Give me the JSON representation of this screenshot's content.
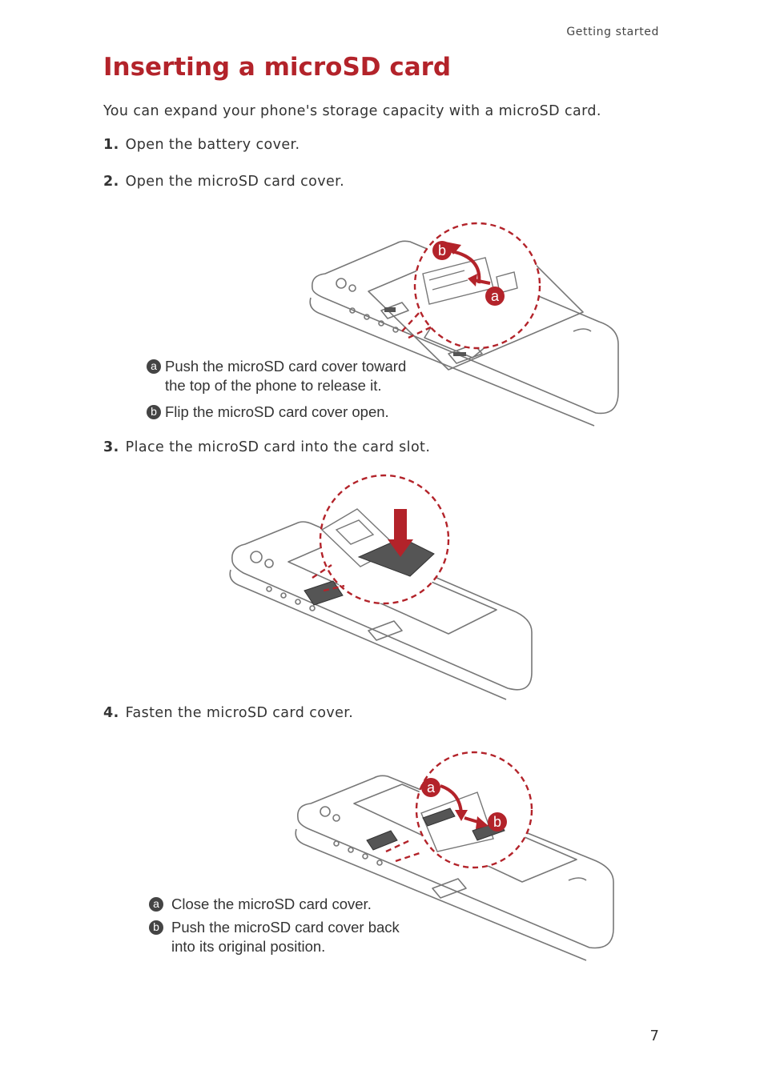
{
  "header": {
    "section": "Getting started"
  },
  "title": "Inserting a microSD card",
  "intro": "You can expand your phone's storage capacity with a microSD card.",
  "steps": [
    {
      "num": "1.",
      "text": "Open the battery cover."
    },
    {
      "num": "2.",
      "text": "Open the microSD card cover."
    },
    {
      "num": "3.",
      "text": "Place the microSD card into the card slot."
    },
    {
      "num": "4.",
      "text": "Fasten the microSD card cover."
    }
  ],
  "figure1": {
    "callouts": [
      "b",
      "a"
    ],
    "notes": [
      {
        "badge": "a",
        "lines": [
          "Push the microSD card cover toward",
          "the top of the phone to release it."
        ]
      },
      {
        "badge": "b",
        "lines": [
          "Flip the microSD card cover open."
        ]
      }
    ]
  },
  "figure3": {
    "callouts": [
      "a",
      "b"
    ],
    "notes": [
      {
        "badge": "a",
        "lines": [
          "Close the microSD card cover."
        ]
      },
      {
        "badge": "b",
        "lines": [
          "Push the microSD card cover back",
          "into its original position."
        ]
      }
    ]
  },
  "page_number": "7",
  "colors": {
    "accent": "#b3232a",
    "text": "#333333",
    "line": "#777777"
  }
}
